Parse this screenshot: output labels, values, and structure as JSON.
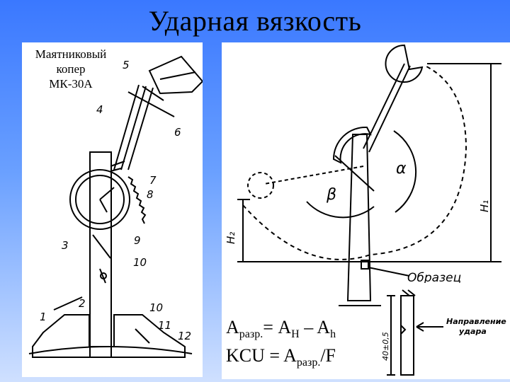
{
  "slide": {
    "title": "Ударная вязкость",
    "left_caption": [
      "Маятниковый",
      "копер",
      "МК-30А"
    ],
    "left_labels": [
      "5",
      "4",
      "6",
      "7",
      "8",
      "3",
      "9",
      "10",
      "1",
      "2",
      "10",
      "11",
      "12"
    ],
    "right_labels": {
      "alpha": "α",
      "beta": "β",
      "h1": "H₁",
      "h2": "H₂",
      "sample": "Образец"
    },
    "sample_labels": {
      "dimension": "40±0,5",
      "direction_line1": "Направление",
      "direction_line2": "удара"
    },
    "formula1": {
      "a": "A",
      "a_sub": "разр.",
      "eq": "= A",
      "h_sub": "H",
      "minus": " – A",
      "h2_sub": "h"
    },
    "formula2": {
      "kcu": "KCU = A",
      "a_sub": "разр.",
      "tail": "/F"
    }
  }
}
